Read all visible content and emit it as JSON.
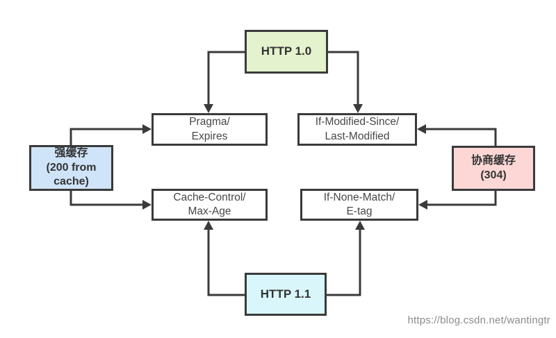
{
  "colors": {
    "line": "#3a3a3a",
    "background": "#ffffff",
    "http10_fill": "#e4f2cd",
    "http11_fill": "#d9f7fb",
    "strong_cache_fill": "#cfe4f8",
    "negotiate_cache_fill": "#fcd7d6",
    "plain_fill": "#ffffff",
    "watermark_text": "#8c8c8c"
  },
  "nodes": {
    "http10": {
      "lines": [
        "HTTP 1.0"
      ],
      "fill": "#e4f2cd"
    },
    "http11": {
      "lines": [
        "HTTP 1.1"
      ],
      "fill": "#d9f7fb"
    },
    "strong_cache": {
      "lines": [
        "强缓存",
        "(200 from",
        "cache)"
      ],
      "fill": "#cfe4f8"
    },
    "negotiate_cache": {
      "lines": [
        "协商缓存",
        "(304)"
      ],
      "fill": "#fcd7d6"
    },
    "pragma": {
      "lines": [
        "Pragma/",
        "Expires"
      ],
      "fill": "#ffffff"
    },
    "if_modified": {
      "lines": [
        "If-Modified-Since/",
        "Last-Modified"
      ],
      "fill": "#ffffff"
    },
    "cache_control": {
      "lines": [
        "Cache-Control/",
        "Max-Age"
      ],
      "fill": "#ffffff"
    },
    "if_none_match": {
      "lines": [
        "If-None-Match/",
        "E-tag"
      ],
      "fill": "#ffffff"
    }
  },
  "edges": [
    {
      "from": "http10",
      "to": "pragma"
    },
    {
      "from": "http10",
      "to": "if_modified"
    },
    {
      "from": "strong_cache",
      "to": "pragma"
    },
    {
      "from": "strong_cache",
      "to": "cache_control"
    },
    {
      "from": "negotiate_cache",
      "to": "if_modified"
    },
    {
      "from": "negotiate_cache",
      "to": "if_none_match"
    },
    {
      "from": "http11",
      "to": "cache_control"
    },
    {
      "from": "http11",
      "to": "if_none_match"
    }
  ],
  "watermark": {
    "text": "https://blog.csdn.net/wantingtr"
  }
}
